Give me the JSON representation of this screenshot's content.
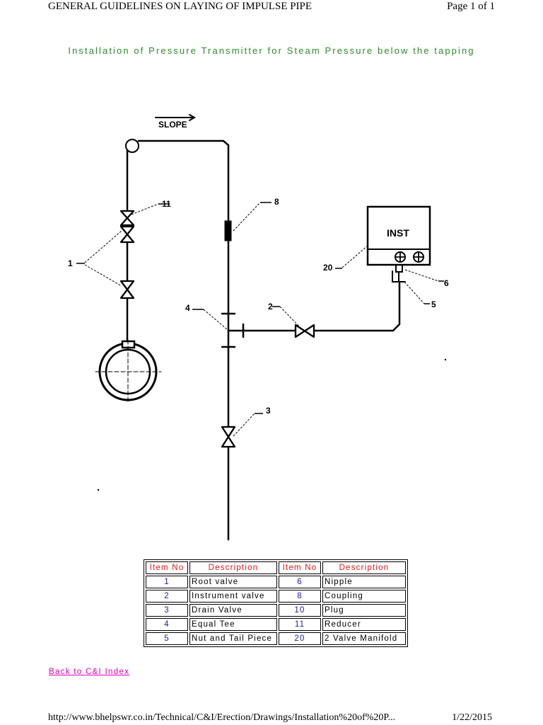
{
  "header": {
    "doc_title": "GENERAL GUIDELINES ON LAYING OF IMPULSE PIPE",
    "page_indicator": "Page 1 of 1"
  },
  "title": "Installation of Pressure Transmitter for Steam Pressure below the tapping",
  "diagram": {
    "slope_label": "SLOPE",
    "inst_label": "INST",
    "callouts": {
      "c1": "1",
      "c2": "2",
      "c3": "3",
      "c4": "4",
      "c5": "5",
      "c6": "6",
      "c8": "8",
      "c11": "11",
      "c20": "20"
    }
  },
  "parts_table": {
    "headers": [
      "Item No",
      "Description",
      "Item No",
      "Description"
    ],
    "rows": [
      [
        "1",
        "Root valve",
        "6",
        "Nipple"
      ],
      [
        "2",
        "Instrument valve",
        "8",
        "Coupling"
      ],
      [
        "3",
        "Drain Valve",
        "10",
        "Plug"
      ],
      [
        "4",
        "Equal Tee",
        "11",
        "Reducer"
      ],
      [
        "5",
        "Nut and Tail Piece",
        "20",
        "2 Valve Manifold"
      ]
    ]
  },
  "back_link": "Back to C&I Index",
  "footer": {
    "url": "http://www.bhelpswr.co.in/Technical/C&I/Erection/Drawings/Installation%20of%20P...",
    "date": "1/22/2015"
  }
}
